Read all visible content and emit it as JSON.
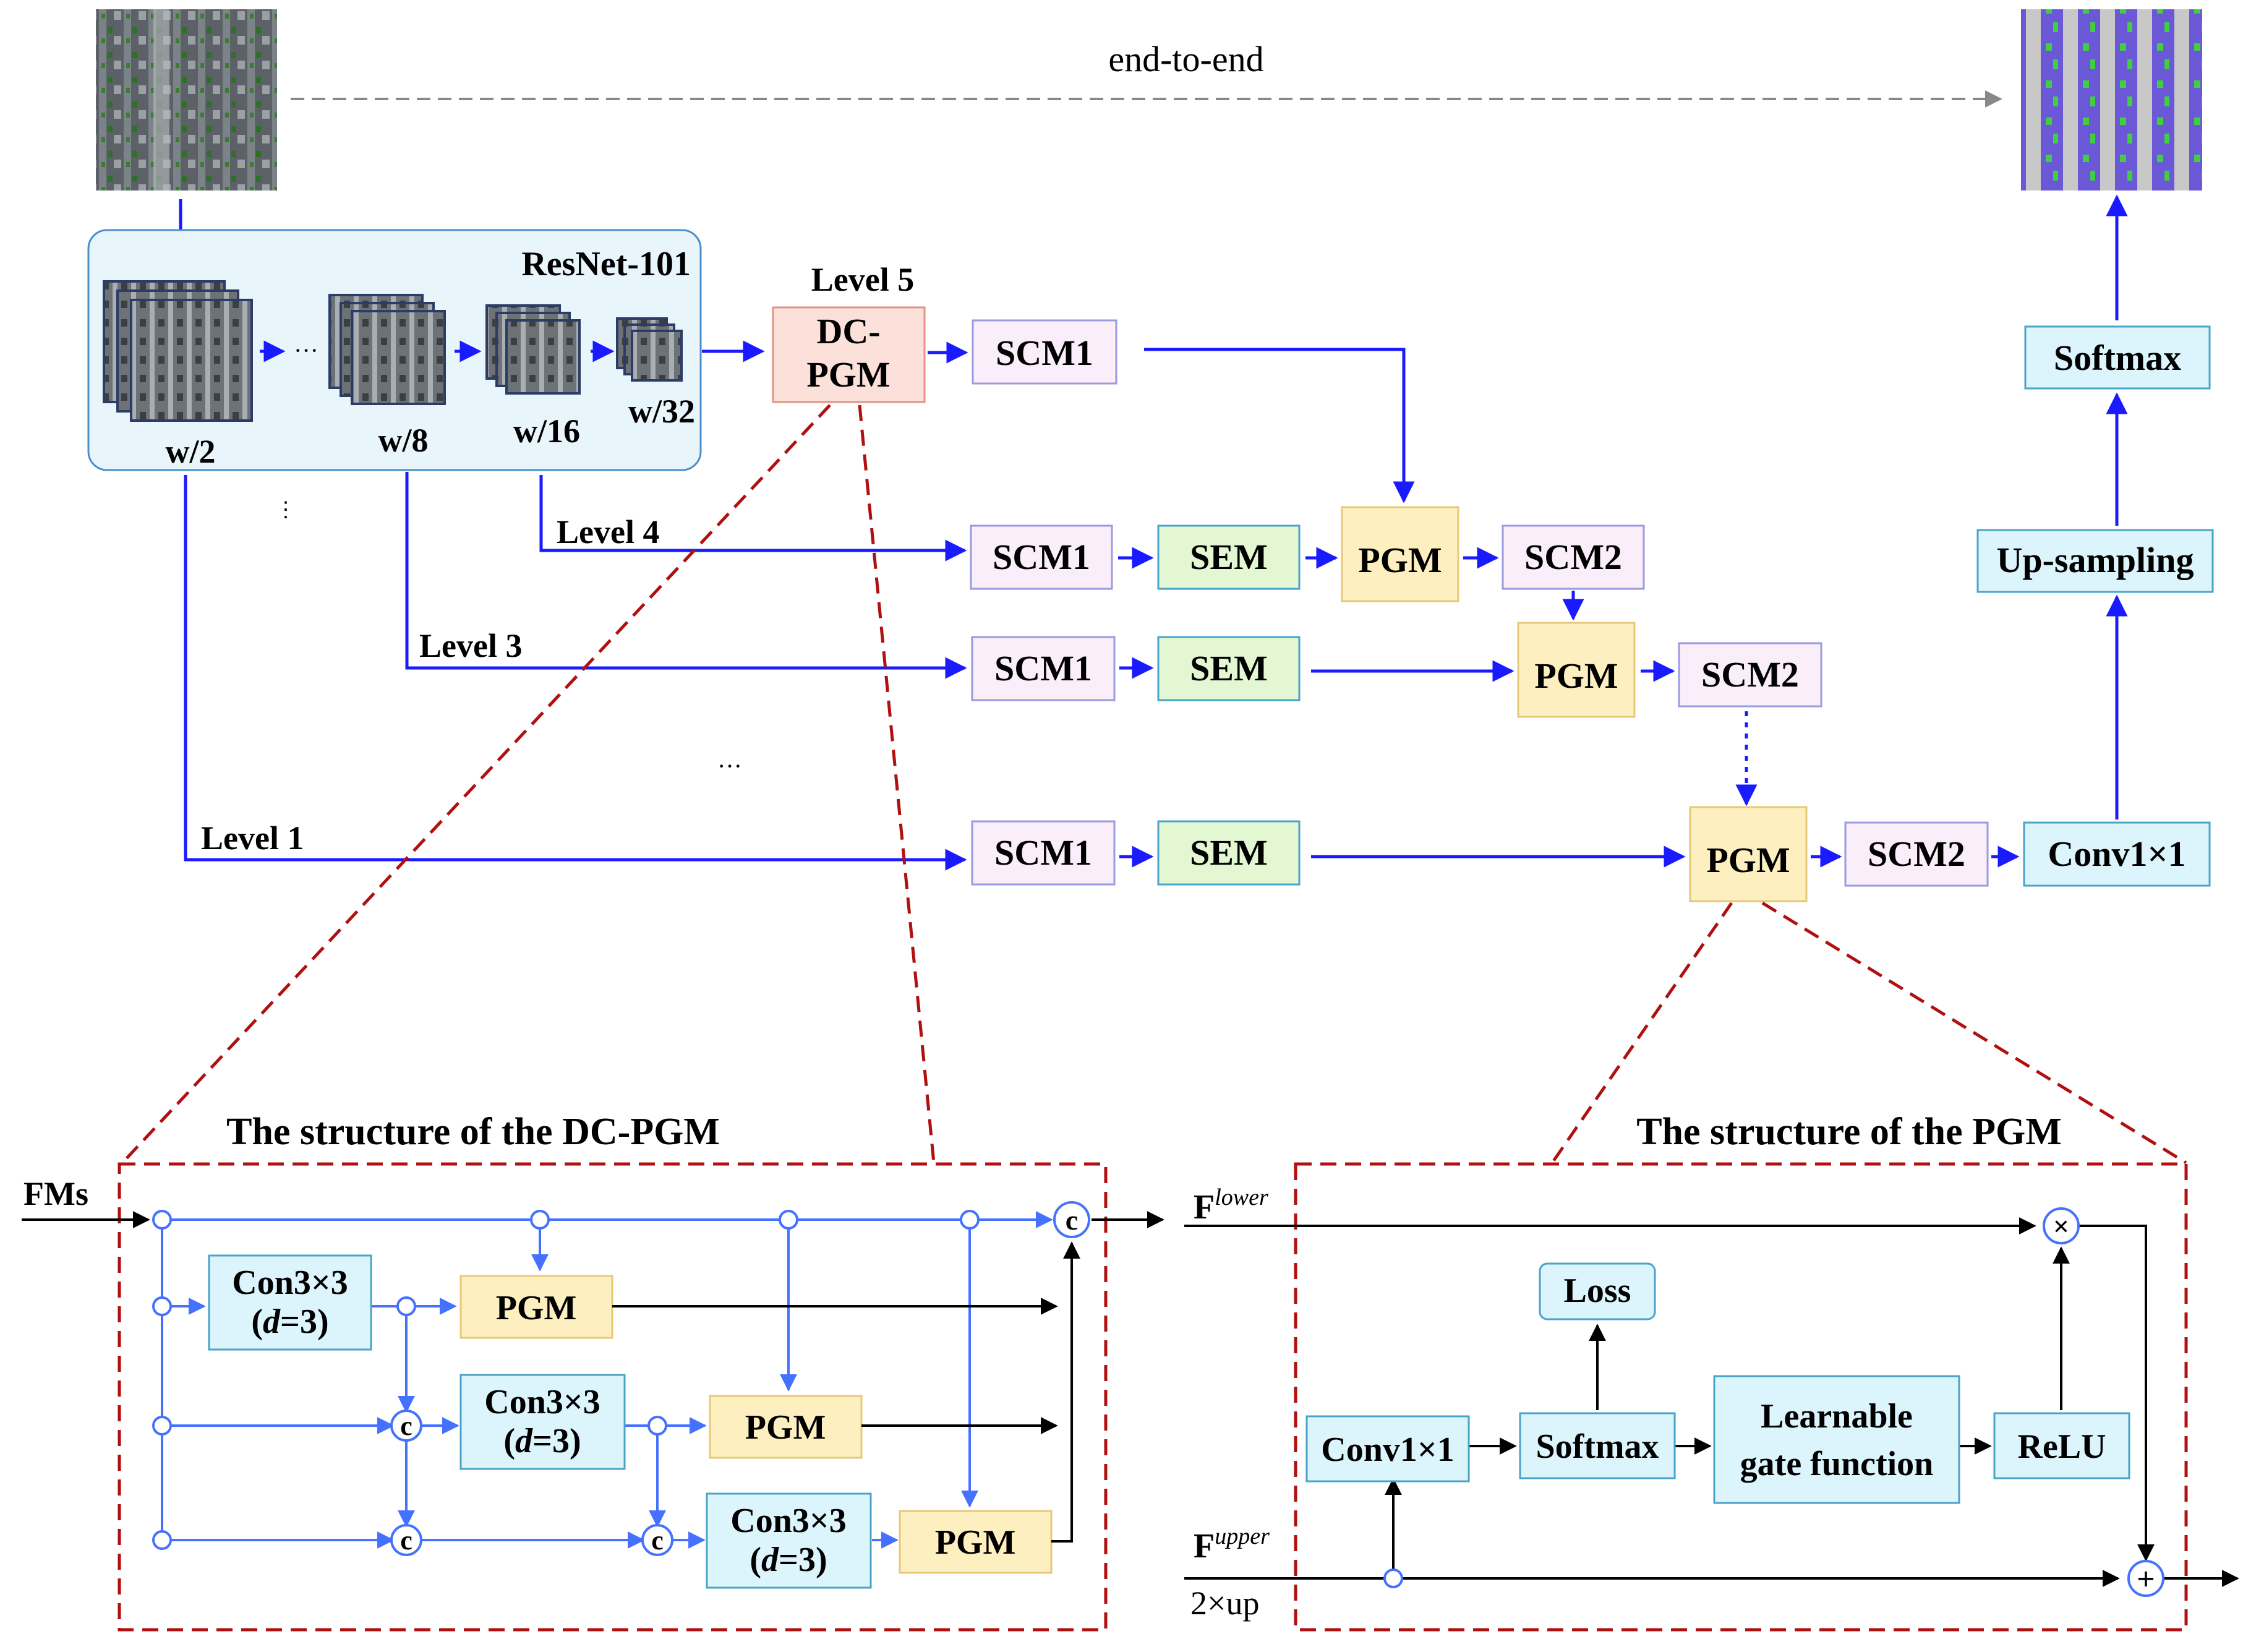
{
  "top": {
    "end_to_end_label": "end-to-end",
    "backbone_label": "ResNet-101",
    "scales": [
      "w/2",
      "w/8",
      "w/16",
      "w/32"
    ],
    "ellipsis": "···",
    "levels": {
      "level5": "Level 5",
      "level4": "Level 4",
      "level3": "Level 3",
      "level1": "Level 1"
    },
    "dcpgm_line1": "DC-",
    "dcpgm_line2": "PGM",
    "scm1": "SCM1",
    "scm2": "SCM2",
    "sem": "SEM",
    "pgm": "PGM",
    "conv1x1": "Conv1×1",
    "upsampling": "Up-sampling",
    "softmax": "Softmax"
  },
  "dcpgm_detail": {
    "title": "The structure of the DC-PGM",
    "input_label": "FMs",
    "conv_line1": "Con3×3",
    "conv_line2_a": "(",
    "conv_line2_d": "d",
    "conv_line2_b": "=3)",
    "pgm": "PGM",
    "concat": "c"
  },
  "pgm_detail": {
    "title": "The structure of the PGM",
    "f_lower_base": "F",
    "f_lower_sup": "lower",
    "f_upper_base": "F",
    "f_upper_sup": "upper",
    "up_label": "2×up",
    "conv1x1": "Conv1×1",
    "softmax": "Softmax",
    "loss": "Loss",
    "gate_line1": "Learnable",
    "gate_line2": "gate function",
    "relu": "ReLU",
    "multiply": "×",
    "add": "+"
  },
  "colors": {
    "blue_arrow": "#1a1aff",
    "light_blue_arrow": "#4472ff",
    "dashed_red": "#b01010",
    "scm_fill": "#fbeefb",
    "scm_border": "#9a9ae0",
    "sem_fill": "#e2f7d2",
    "pgm_fill": "#fdefbf",
    "pgm_border": "#e6c877",
    "dcpgm_fill": "#fbe1da",
    "dcpgm_border": "#e29383",
    "cyan_fill": "#dcf4fb",
    "cyan_border": "#4aa3c9",
    "backbone_fill": "#e8f5fb",
    "backbone_border": "#4a8fc9"
  }
}
